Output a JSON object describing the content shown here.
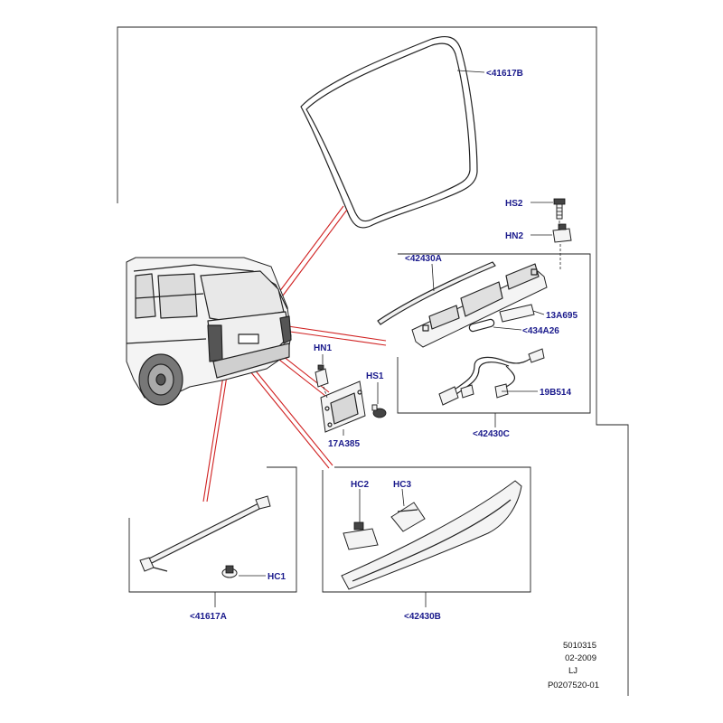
{
  "callouts": {
    "c41617B": "<41617B",
    "c42430A": "<42430A",
    "cHS2": "HS2",
    "cHN2": "HN2",
    "c13A695": "13A695",
    "c434A26": "<434A26",
    "c19B514": "19B514",
    "c42430C": "<42430C",
    "cHN1": "HN1",
    "cHS1": "HS1",
    "c17A385": "17A385",
    "cHC1": "HC1",
    "c41617A": "<41617A",
    "cHC2": "HC2",
    "cHC3": "HC3",
    "c42430B": "<42430B"
  },
  "footer": {
    "line1": "5010315",
    "line2": "02-2009",
    "line3": "LJ",
    "line4": "P0207520-01"
  },
  "colors": {
    "callout_text": "#1a1a8c",
    "leader_red": "#d02020",
    "frame": "#222222"
  }
}
